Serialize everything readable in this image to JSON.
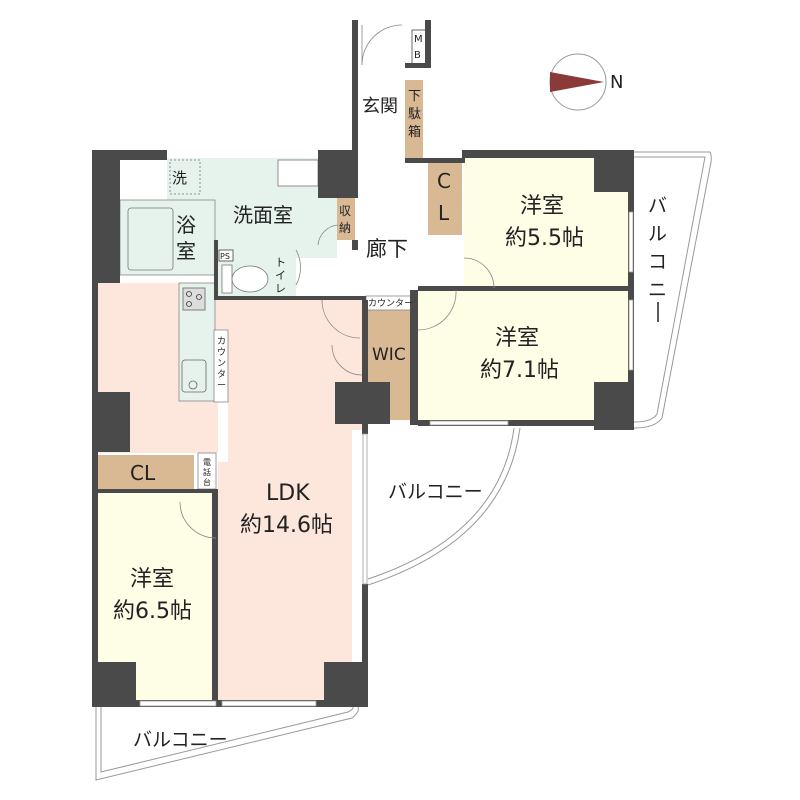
{
  "floor_plan": {
    "compass": {
      "label": "N",
      "needle_color": "#8b3a3a"
    },
    "colors": {
      "wall": "#4a4a4a",
      "ldk": "#fde6dc",
      "western_room": "#fefde6",
      "wet_area": "#e6f2ec",
      "storage": "#d8b994",
      "balcony": "#ffffff",
      "corridor": "#ffffff"
    },
    "rooms": {
      "entrance": {
        "name": "玄関"
      },
      "meter_box": {
        "name": "MB",
        "line1": "M",
        "line2": "B"
      },
      "shoe_box": {
        "name": "下駄箱",
        "chars": [
          "下",
          "駄",
          "箱"
        ]
      },
      "corridor": {
        "name": "廊下"
      },
      "washroom": {
        "name": "洗面室"
      },
      "laundry": {
        "name": "洗"
      },
      "bathroom": {
        "name": "浴室",
        "chars": [
          "浴",
          "室"
        ]
      },
      "toilet": {
        "name": "トイレ",
        "chars": [
          "ト",
          "イ",
          "レ"
        ]
      },
      "pipe_space": {
        "name": "PS"
      },
      "storage": {
        "name": "収納",
        "chars": [
          "収",
          "納"
        ]
      },
      "closet_north": {
        "name": "CL",
        "chars": [
          "C",
          "L"
        ]
      },
      "room_north": {
        "name": "洋室",
        "size": "約5.5帖"
      },
      "room_middle": {
        "name": "洋室",
        "size": "約7.1帖"
      },
      "wic": {
        "name": "WIC"
      },
      "counter_wic": {
        "name": "カウンター"
      },
      "kitchen_counter": {
        "name": "カウンター",
        "chars": [
          "カ",
          "ウ",
          "ン",
          "タ",
          "ー"
        ]
      },
      "ldk": {
        "name": "LDK",
        "size": "約14.6帖"
      },
      "closet_west": {
        "name": "CL"
      },
      "phone_stand": {
        "name": "電話台",
        "chars": [
          "電",
          "話",
          "台"
        ]
      },
      "room_south": {
        "name": "洋室",
        "size": "約6.5帖"
      }
    },
    "balconies": {
      "east": {
        "name": "バルコニー",
        "chars": [
          "バ",
          "ル",
          "コ",
          "ニ",
          "ー"
        ]
      },
      "center": {
        "name": "バルコニー"
      },
      "south": {
        "name": "バルコニー"
      }
    }
  }
}
